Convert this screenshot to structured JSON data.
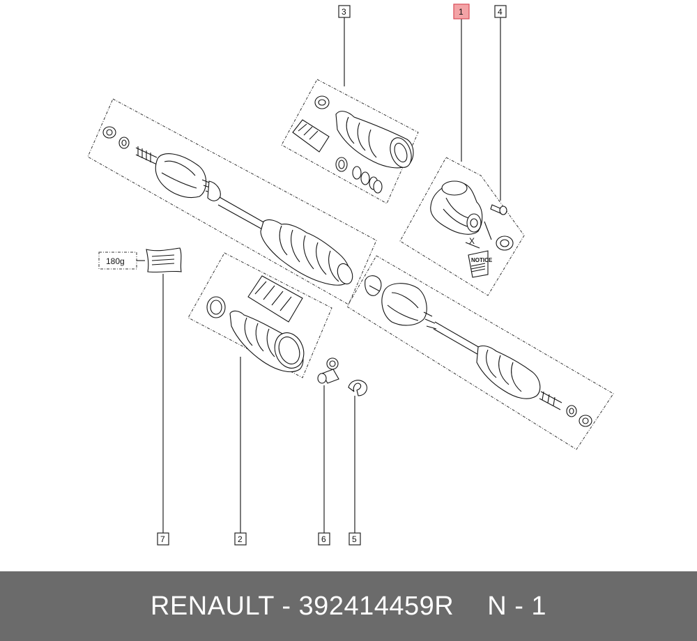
{
  "callouts": {
    "c1": "1",
    "c2": "2",
    "c3": "3",
    "c4": "4",
    "c5": "5",
    "c6": "6",
    "c7": "7"
  },
  "annotations": {
    "grease_weight": "180g",
    "notice": "NOTICE",
    "x_mark": "X"
  },
  "highlight_color": "#f3a3a6",
  "footer": {
    "part": "RENAULT - 392414459R",
    "page": "N - 1"
  }
}
